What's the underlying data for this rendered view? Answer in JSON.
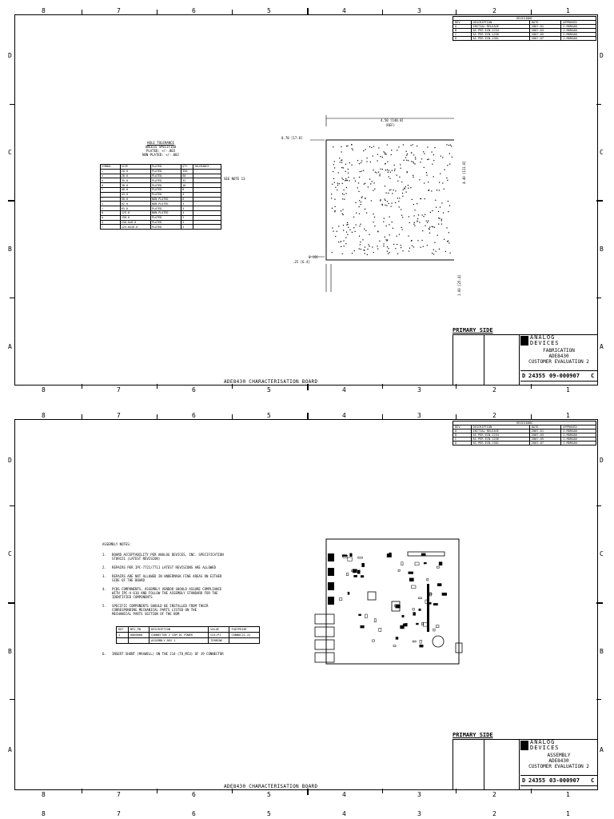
{
  "zones_top": [
    "8",
    "7",
    "6",
    "5",
    "4",
    "3",
    "2",
    "1"
  ],
  "zones_side": [
    "D",
    "C",
    "B",
    "A"
  ],
  "revision_table": {
    "headers": [
      "REV",
      "DESCRIPTION",
      "DATE",
      "APPROVED"
    ],
    "rows": [
      [
        "A",
        "INITIAL RELEASE",
        "2007-01",
        "J.MORGAN"
      ],
      [
        "B",
        "AS PER ECN-1234",
        "2007-03",
        "J.MORGAN"
      ],
      [
        "C",
        "AS PER ECN-1256",
        "2007-05",
        "J.MORGAN"
      ],
      [
        "D",
        "AS PER ECN-1301",
        "2007-07",
        "J.MORGAN"
      ]
    ]
  },
  "company": {
    "name_line1": "ANALOG",
    "name_line2": "DEVICES"
  },
  "sheets": [
    {
      "primary_side": "PRIMARY SIDE",
      "title_line1": "FABRICATION",
      "title_line2": "ADE8430",
      "title_line3": "CUSTOMER EVALUATION 2",
      "size": "D",
      "code": "24355",
      "dwg_no": "09-000907",
      "rev": "C",
      "board_title": "ADE8430 CHARACTERISATION BOARD",
      "drill_title": "HOLE TOLERANCE",
      "drill_subtitle1": "UNLESS SPECIFIED",
      "drill_subtitle2": "PLATED: +/-.003",
      "drill_subtitle3": "NON-PLATED: +/-.002",
      "drill_table_header": [
        "SYMBOL",
        "SIZE",
        "PLATED",
        "QTY",
        "TOLERANCE"
      ],
      "drill_rows": [
        [
          "+",
          "20.0",
          "PLATED",
          "350",
          ""
        ],
        [
          "x",
          "28.0",
          "PLATED",
          "60",
          ""
        ],
        [
          "o",
          "35.0",
          "PLATED",
          "32",
          ""
        ],
        [
          "#",
          "38.0",
          "PLATED",
          "16",
          ""
        ],
        [
          "*",
          "40.0",
          "PLATED",
          "8",
          ""
        ],
        [
          "~",
          "43.0",
          "PLATED",
          "4",
          ""
        ],
        [
          "^",
          "50.0",
          "NON-PLATED",
          "6",
          ""
        ],
        [
          "%",
          "62.0",
          "NON-PLATED",
          "4",
          ""
        ],
        [
          "=",
          "65.0",
          "PLATED",
          "4",
          ""
        ],
        [
          "@",
          "125.0",
          "NON-PLATED",
          "4",
          ""
        ],
        [
          "&",
          "150.0",
          "PLATED",
          "2",
          ""
        ],
        [
          "$",
          "250.0x8.0",
          "PLATED",
          "2",
          ""
        ],
        [
          "!",
          "125.0x28.0",
          "PLATED",
          "2",
          ""
        ]
      ],
      "see_note": "SEE NOTE 13",
      "dim_top": "4.50 [140.0]",
      "dim_top_ref": "(REF)",
      "dim_left": "0.70 [17.8]",
      "dim_right": "4.40 [111.8]",
      "dim_origin_x": "0 [0]",
      "dim_origin_y": ".25 [6.4]",
      "dim_bottom": "1.00 [25.4]"
    },
    {
      "primary_side": "PRIMARY SIDE",
      "title_line1": "ASSEMBLY",
      "title_line2": "ADE8430",
      "title_line3": "CUSTOMER EVALUATION 2",
      "size": "D",
      "code": "24355",
      "dwg_no": "03-000907",
      "rev": "C",
      "board_title": "ADE8430 CHARACTERISATION BOARD",
      "notes_title": "ASSEMBLY NOTES:",
      "notes": [
        "1.   BOARD ACCEPTABILITY PER ANALOG DEVICES, INC. SPECIFICATION\n     ST09151 (LATEST REVISION)",
        "2.   REPAIRS PER IPC-7721/7711 LATEST REVISIONS ARE ALLOWED",
        "3.   REPAIRS ARE NOT ALLOWED IN UNDERMASK FINE AREAS ON EITHER\n     SIDE OF THE BOARD",
        "4.   PCBS COMPONENTS, ASSEMBLY VENDOR SHOULD ASSURE COMPLIANCE\n     WITH IPC-A-610 AND FOLLOW THE ASSEMBLY STANDARD FOR THE\n     IDENTIFIED COMPONENTS",
        "5.   SPECIFIC COMPONENTS SHOULD BE INSTALLED FROM THEIR\n     CORRESPONDING MECHANICAL PARTS LISTED ON THE\n     MECHANICAL PARTS SECTION OF THE BOM",
        "6.   INSERT SHUNT (MAXWELL) ON THE J14 (TO_MCU) OF J9 CONNECTOR"
      ],
      "comp_table_header": [
        "REF",
        "MFG_PN",
        "DESCRIPTION",
        "VALUE",
        "FOOTPRINT"
      ],
      "comp_rows": [
        [
          "1",
          "0000000",
          "CONNECTOR 2 CAM DC POWER",
          "CUI/PJ",
          "CONNDC21-22"
        ],
        [
          "",
          "",
          "ASSEMBLY REV 1",
          "TERMINE",
          ""
        ]
      ]
    }
  ]
}
